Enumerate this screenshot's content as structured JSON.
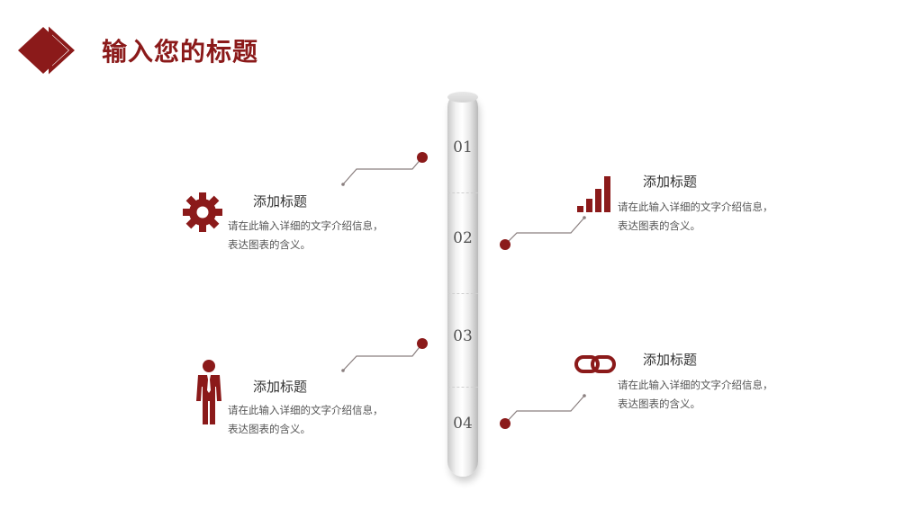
{
  "header": {
    "title": "输入您的标题"
  },
  "colors": {
    "accent": "#8b1a1a",
    "line": "#8a7f7f"
  },
  "timeline": {
    "numbers": [
      "01",
      "02",
      "03",
      "04"
    ]
  },
  "items": [
    {
      "icon": "gear-icon",
      "title": "添加标题",
      "desc": "请在此输入详细的文字介绍信息，表达图表的含义。"
    },
    {
      "icon": "bar-chart-icon",
      "title": "添加标题",
      "desc": "请在此输入详细的文字介绍信息，表达图表的含义。"
    },
    {
      "icon": "person-icon",
      "title": "添加标题",
      "desc": "请在此输入详细的文字介绍信息，表达图表的含义。"
    },
    {
      "icon": "link-icon",
      "title": "添加标题",
      "desc": "请在此输入详细的文字介绍信息，表达图表的含义。"
    }
  ]
}
